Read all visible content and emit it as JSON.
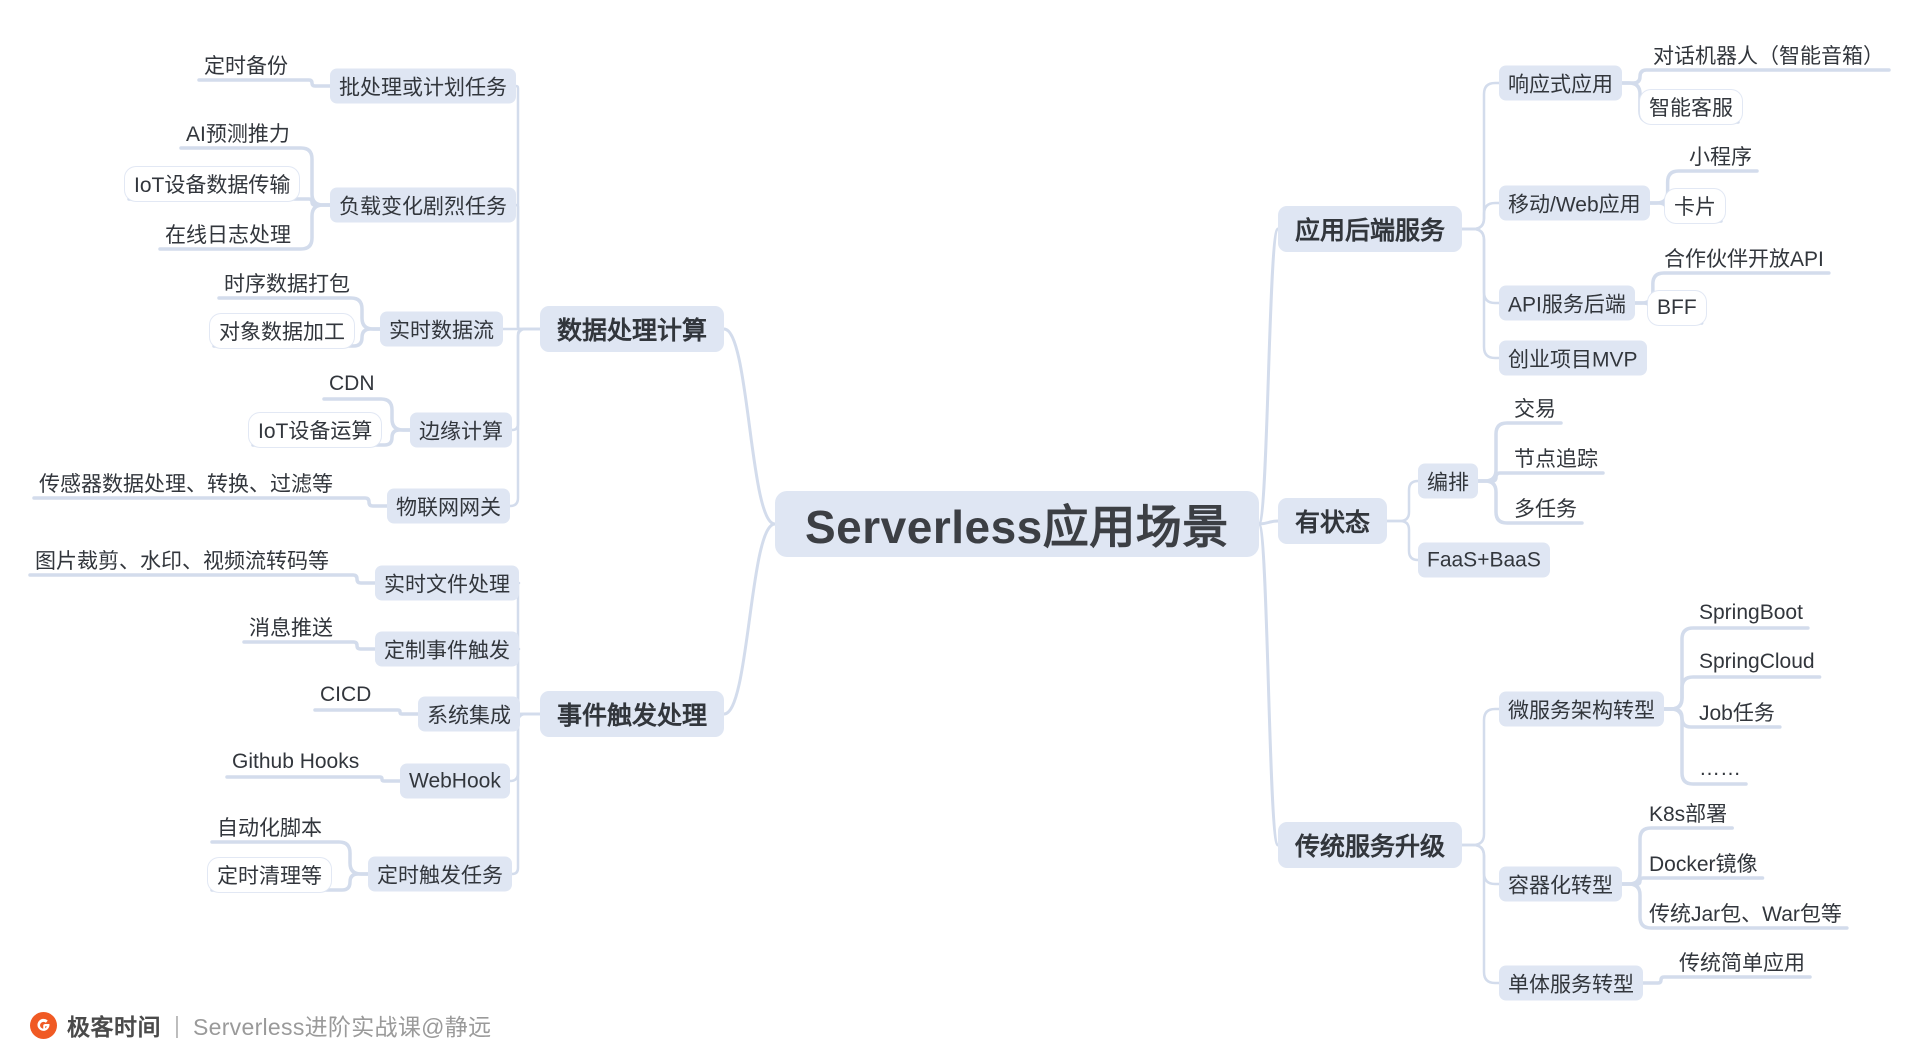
{
  "root": {
    "label": "Serverless应用场景"
  },
  "branches": {
    "data_processing": {
      "label": "数据处理计算",
      "children": [
        {
          "label": "批处理或计划任务",
          "leaves": [
            "定时备份"
          ]
        },
        {
          "label": "负载变化剧烈任务",
          "leaves": [
            "AI预测推力",
            "IoT设备数据传输",
            "在线日志处理"
          ]
        },
        {
          "label": "实时数据流",
          "leaves": [
            "时序数据打包",
            "对象数据加工"
          ]
        },
        {
          "label": "边缘计算",
          "leaves": [
            "CDN",
            "IoT设备运算"
          ]
        },
        {
          "label": "物联网网关",
          "leaves": [
            "传感器数据处理、转换、过滤等"
          ]
        }
      ]
    },
    "event_trigger": {
      "label": "事件触发处理",
      "children": [
        {
          "label": "实时文件处理",
          "leaves": [
            "图片裁剪、水印、视频流转码等"
          ]
        },
        {
          "label": "定制事件触发",
          "leaves": [
            "消息推送"
          ]
        },
        {
          "label": "系统集成",
          "leaves": [
            "CICD"
          ]
        },
        {
          "label": "WebHook",
          "leaves": [
            "Github Hooks"
          ]
        },
        {
          "label": "定时触发任务",
          "leaves": [
            "自动化脚本",
            "定时清理等"
          ]
        }
      ]
    },
    "app_backend": {
      "label": "应用后端服务",
      "children": [
        {
          "label": "响应式应用",
          "leaves": [
            "对话机器人（智能音箱）",
            "智能客服"
          ]
        },
        {
          "label": "移动/Web应用",
          "leaves": [
            "小程序",
            "卡片"
          ]
        },
        {
          "label": "API服务后端",
          "leaves": [
            "合作伙伴开放API",
            "BFF"
          ]
        },
        {
          "label": "创业项目MVP",
          "leaves": []
        }
      ]
    },
    "stateful": {
      "label": "有状态",
      "children": [
        {
          "label": "编排",
          "leaves": [
            "交易",
            "节点追踪",
            "多任务"
          ]
        },
        {
          "label": "FaaS+BaaS",
          "leaves": []
        }
      ]
    },
    "legacy_upgrade": {
      "label": "传统服务升级",
      "children": [
        {
          "label": "微服务架构转型",
          "leaves": [
            "SpringBoot",
            "SpringCloud",
            "Job任务",
            "……"
          ]
        },
        {
          "label": "容器化转型",
          "leaves": [
            "K8s部署",
            "Docker镜像",
            "传统Jar包、War包等"
          ]
        },
        {
          "label": "单体服务转型",
          "leaves": [
            "传统简单应用"
          ]
        }
      ]
    }
  },
  "footer": {
    "brand": "极客时间",
    "separator": "|",
    "course": "Serverless进阶实战课@静远",
    "logo_icon": "geekbang-logo-icon"
  },
  "colors": {
    "node_bg": "#dfe6f3",
    "edge": "#d3dcec",
    "text": "#32363c",
    "leaf_box_bg": "#ffffff",
    "brand_orange": "#f05a24"
  }
}
